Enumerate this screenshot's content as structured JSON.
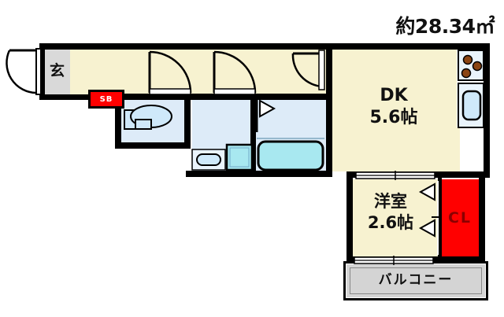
{
  "header": {
    "area_text": "約28.34㎡"
  },
  "rooms": {
    "dk": {
      "name": "DK",
      "size": "5.6帖"
    },
    "bedroom": {
      "name": "洋室",
      "size": "2.6帖"
    },
    "entrance": {
      "label": "玄"
    },
    "balcony": {
      "label": "バルコニー"
    },
    "closet": {
      "label": "CL"
    },
    "shoebox": {
      "label": "SB"
    }
  },
  "colors": {
    "wall": "#000000",
    "floor": "#F7F2D0",
    "wet_area": "#DDEBF8",
    "closet_red": "#FF0000",
    "balcony_gray": "#D4D4D4",
    "genkan_gray": "#D9D9D9",
    "fixture_blue": "#CFE9FA",
    "tub_blue": "#A8E8F0",
    "burner_brown": "#8B4513"
  },
  "fixtures": {
    "toilet": "toilet-fixture",
    "bathtub": "bathtub-fixture",
    "washbasin": "washbasin-fixture",
    "washing_machine": "washing-machine-fixture",
    "kitchen_sink": "kitchen-sink-fixture",
    "stove": "stove-burners-fixture"
  },
  "doors": {
    "entrance_door": "entrance-swing-door",
    "corridor_door_1": "corridor-swing-door-1",
    "corridor_door_2": "corridor-swing-door-2",
    "corridor_door_3": "corridor-swing-door-3",
    "closet_door": "closet-folding-door",
    "balcony_door": "balcony-sliding-door",
    "bedroom_door": "bedroom-sliding-door"
  }
}
